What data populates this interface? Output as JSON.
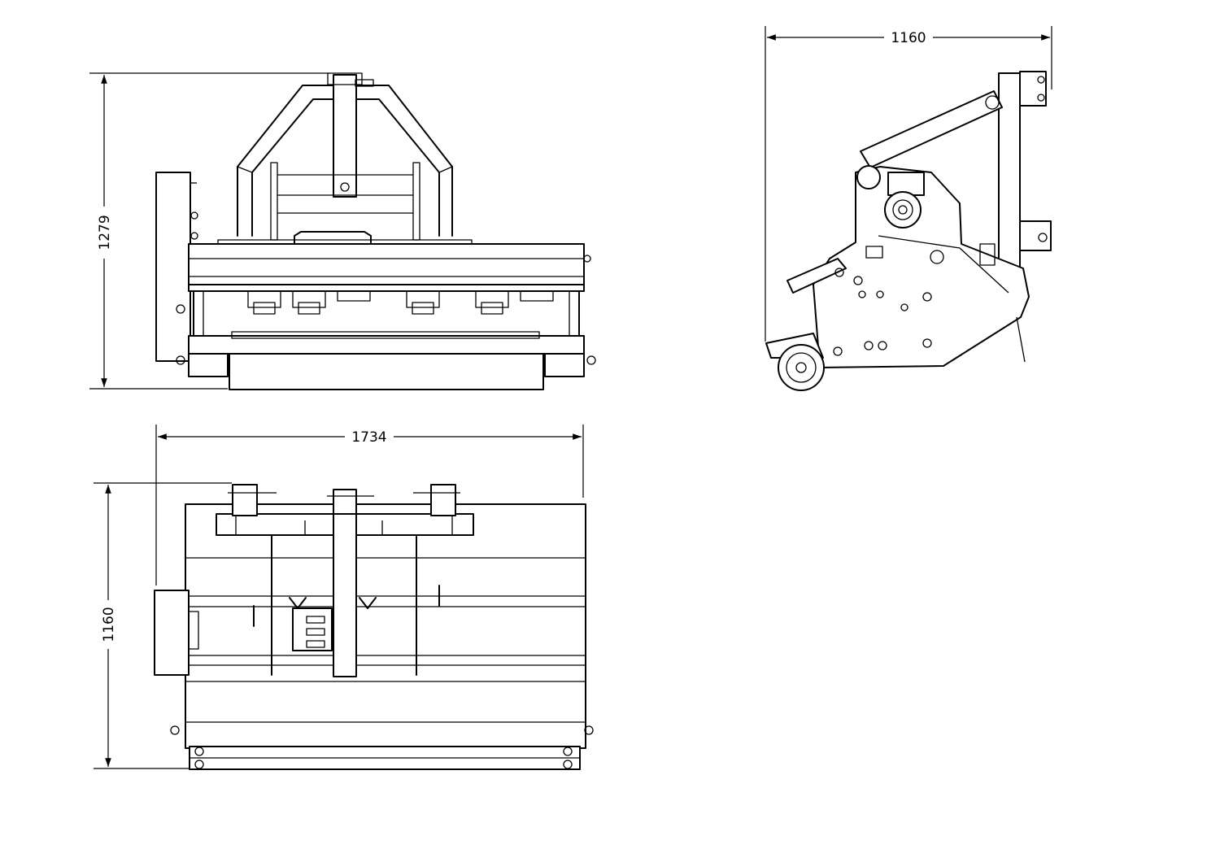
{
  "dimensions": {
    "front_height": "1279",
    "side_width": "1160",
    "top_width": "1734",
    "top_depth": "1160"
  },
  "colors": {
    "line": "#000000",
    "background": "#ffffff"
  }
}
